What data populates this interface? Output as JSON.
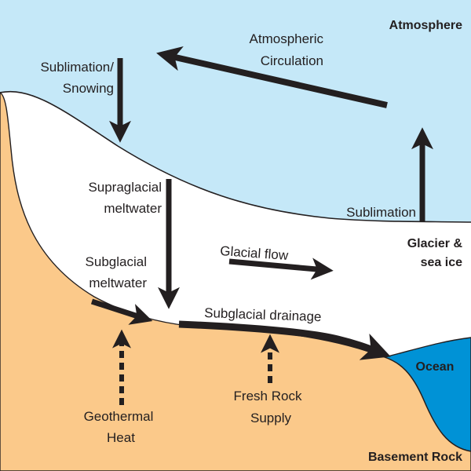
{
  "title": "Glacial hydrology and sea ice processes diagram",
  "colors": {
    "atmosphere": "#c5e8f8",
    "glacier": "#ffffff",
    "basement_rock": "#fbc98a",
    "ocean": "#0092d6",
    "ink": "#231f20"
  },
  "regions": {
    "atmosphere": "Atmosphere",
    "glacier_line1": "Glacier &",
    "glacier_line2": "sea ice",
    "ocean": "Ocean",
    "basement_rock": "Basement Rock"
  },
  "processes": {
    "atmospheric_circulation": {
      "line1": "Atmospheric",
      "line2": "Circulation"
    },
    "sublimation_snowing": {
      "line1": "Sublimation/",
      "line2": "Snowing"
    },
    "sublimation": {
      "line1": "Sublimation"
    },
    "supraglacial_meltwater": {
      "line1": "Supraglacial",
      "line2": "meltwater"
    },
    "subglacial_meltwater": {
      "line1": "Subglacial",
      "line2": "meltwater"
    },
    "glacial_flow": {
      "line1": "Glacial flow"
    },
    "subglacial_drainage": {
      "line1": "Subglacial drainage"
    },
    "geothermal_heat": {
      "line1": "Geothermal",
      "line2": "Heat"
    },
    "fresh_rock_supply": {
      "line1": "Fresh Rock",
      "line2": "Supply"
    }
  }
}
